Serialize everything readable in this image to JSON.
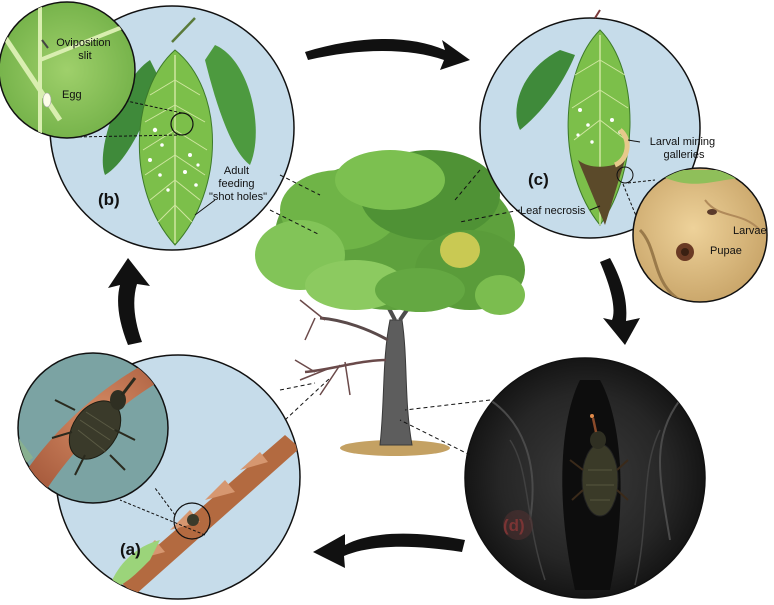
{
  "panels": {
    "a": {
      "label": "(a)"
    },
    "b": {
      "label": "(b)",
      "inset": {
        "oviposition": [
          "Oviposition",
          "slit"
        ],
        "egg": "Egg"
      },
      "feeding": [
        "Adult",
        "feeding",
        "\"shot holes\""
      ]
    },
    "c": {
      "label": "(c)",
      "mining": [
        "Larval mining",
        "galleries"
      ],
      "necrosis": "Leaf necrosis",
      "inset": {
        "larvae": "Larvae",
        "pupae": "Pupae"
      }
    },
    "d": {
      "label": "(d)"
    }
  },
  "colors": {
    "panel_bg": "#c6dcea",
    "leaf_light": "#7cbf4a",
    "leaf_dark": "#3f8a3a",
    "bark": "#2b2b2b",
    "weevil": "#3a3a2a",
    "arrow": "#111111"
  }
}
